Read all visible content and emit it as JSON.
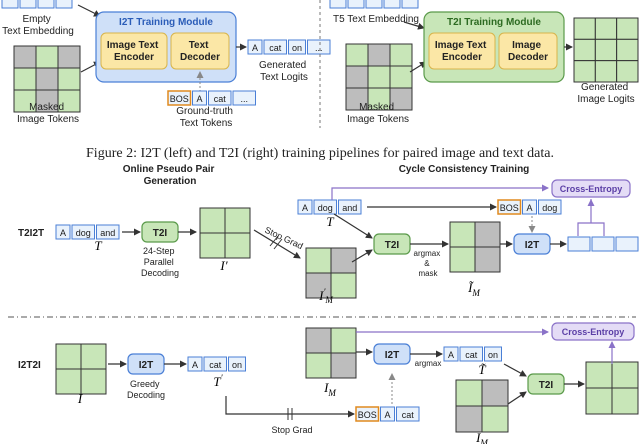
{
  "colors": {
    "blue_fill": "#cfe0f8",
    "blue_stroke": "#4a7fd6",
    "green_fill": "#c8e6b8",
    "green_stroke": "#5a9a4a",
    "yellow_fill": "#fbe7a6",
    "yellow_stroke": "#d8b44a",
    "token_fill": "#e9f2fc",
    "token_stroke": "#4a7fd6",
    "bos_stroke": "#e08a1e",
    "purple_fill": "#e4dcf6",
    "purple_stroke": "#8a72c8",
    "grid_gray": "#bdbdbd",
    "grid_green": "#c8e6b8"
  },
  "fig2": {
    "left": {
      "empty_text_embedding": [
        "Empty",
        "Text Embedding"
      ],
      "module_title": "I2T Training Module",
      "image_text_encoder": [
        "Image Text",
        "Encoder"
      ],
      "text_decoder": [
        "Text",
        "Decoder"
      ],
      "output_tokens": [
        "A",
        "cat",
        "on",
        "..."
      ],
      "generated_logits": [
        "Generated",
        "Text Logits"
      ],
      "gt_tokens": [
        "BOS",
        "A",
        "cat",
        "..."
      ],
      "gt_label": [
        "Ground-truth",
        "Text Tokens"
      ],
      "masked_image_tokens": [
        "Masked",
        "Image Tokens"
      ]
    },
    "right": {
      "t5_label": "T5 Text Embedding",
      "module_title": "T2I Training Module",
      "image_text_encoder": [
        "Image Text",
        "Encoder"
      ],
      "image_decoder": [
        "Image",
        "Decoder"
      ],
      "generated_logits": [
        "Generated",
        "Image Logits"
      ],
      "masked_image_tokens": [
        "Masked",
        "Image Tokens"
      ]
    },
    "caption": "Figure 2: I2T (left) and T2I (right) training pipelines for paired image and text data."
  },
  "headers": {
    "online": [
      "Online Pseudo Pair",
      "Generation"
    ],
    "cycle": "Cycle Consistency Training"
  },
  "t2i2t": {
    "row_label": "T2I2T",
    "input_tokens": [
      "A",
      "dog",
      "and"
    ],
    "T": "T",
    "t2i_block": "T2I",
    "decoding": [
      "24-Step",
      "Parallel",
      "Decoding"
    ],
    "I_prime": "I′",
    "stop_grad": "Stop Grad",
    "I_M_prime": "I′M",
    "T2": "T",
    "top_tokens": [
      "A",
      "dog",
      "and"
    ],
    "t2i_block2": "T2I",
    "argmax_mask": [
      "argmax",
      "&",
      "mask"
    ],
    "I_tilde_M": "ĨM",
    "bos_tokens": [
      "BOS",
      "A",
      "dog"
    ],
    "i2t_block": "I2T",
    "cross_entropy": "Cross-Entropy"
  },
  "i2t2i": {
    "row_label": "I2T2I",
    "I": "I",
    "i2t_block": "I2T",
    "decoding": [
      "Greedy",
      "Decoding"
    ],
    "tokens": [
      "A",
      "cat",
      "on"
    ],
    "T_prime": "T′",
    "stop_grad": "Stop Grad",
    "bos_tokens": [
      "BOS",
      "A",
      "cat"
    ],
    "I_M": "IM",
    "i2t_block2": "I2T",
    "argmax": "argmax",
    "mid_tokens": [
      "A",
      "cat",
      "on"
    ],
    "T_tilde": "T̃",
    "t2i_block": "T2I",
    "I_M2": "IM",
    "cross_entropy": "Cross-Entropy"
  }
}
